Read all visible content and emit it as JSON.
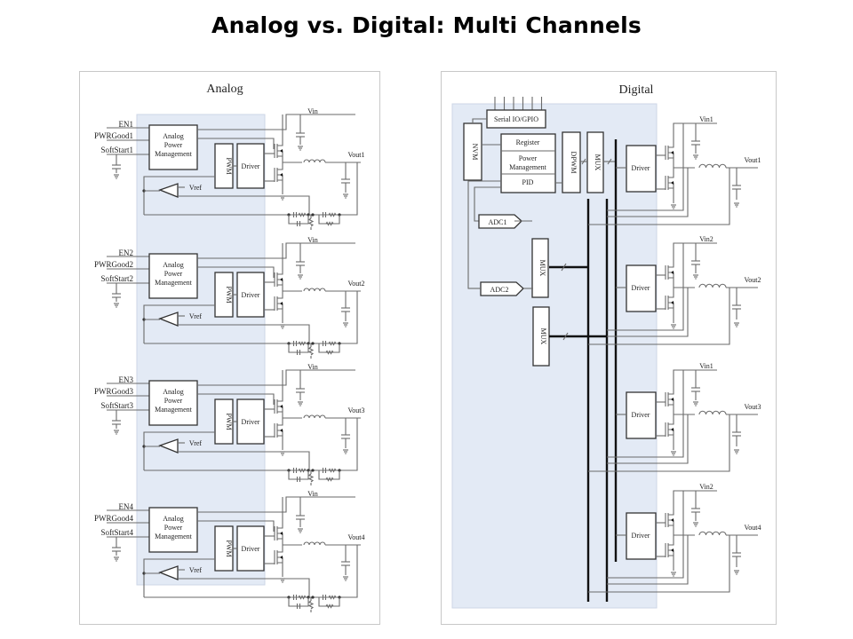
{
  "title": "Analog vs. Digital: Multi Channels",
  "colors": {
    "shade": "#e3eaf5",
    "panel_border": "#c8c8c8",
    "wire": "#6a6a6a",
    "box_border": "#333333",
    "bus": "#111111"
  },
  "analog": {
    "heading": "Analog",
    "channels": [
      {
        "en": "EN1",
        "pwrgood": "PWRGood1",
        "softstart": "SoftStart1",
        "vin": "Vin",
        "vout": "Vout1"
      },
      {
        "en": "EN2",
        "pwrgood": "PWRGood2",
        "softstart": "SoftStart2",
        "vin": "Vin",
        "vout": "Vout2"
      },
      {
        "en": "EN3",
        "pwrgood": "PWRGood3",
        "softstart": "SoftStart3",
        "vin": "Vin",
        "vout": "Vout3"
      },
      {
        "en": "EN4",
        "pwrgood": "PWRGood4",
        "softstart": "SoftStart4",
        "vin": "Vin",
        "vout": "Vout4"
      }
    ],
    "apm_lines": [
      "Analog",
      "Power",
      "Management"
    ],
    "pwm_label": "PWM",
    "driver_label": "Driver",
    "vref_label": "Vref"
  },
  "digital": {
    "heading": "Digital",
    "serial_io": "Serial IO/GPIO",
    "nvm": "NVM",
    "register": "Register",
    "power_mgmt_lines": [
      "Power",
      "Management"
    ],
    "pid": "PID",
    "dpwm": "DPWM",
    "mux": "MUX",
    "adc1": "ADC1",
    "adc2": "ADC2",
    "driver_label": "Driver",
    "channels": [
      {
        "vin": "Vin1",
        "vout": "Vout1"
      },
      {
        "vin": "Vin2",
        "vout": "Vout2"
      },
      {
        "vin": "Vin1",
        "vout": "Vout3"
      },
      {
        "vin": "Vin2",
        "vout": "Vout4"
      }
    ]
  }
}
